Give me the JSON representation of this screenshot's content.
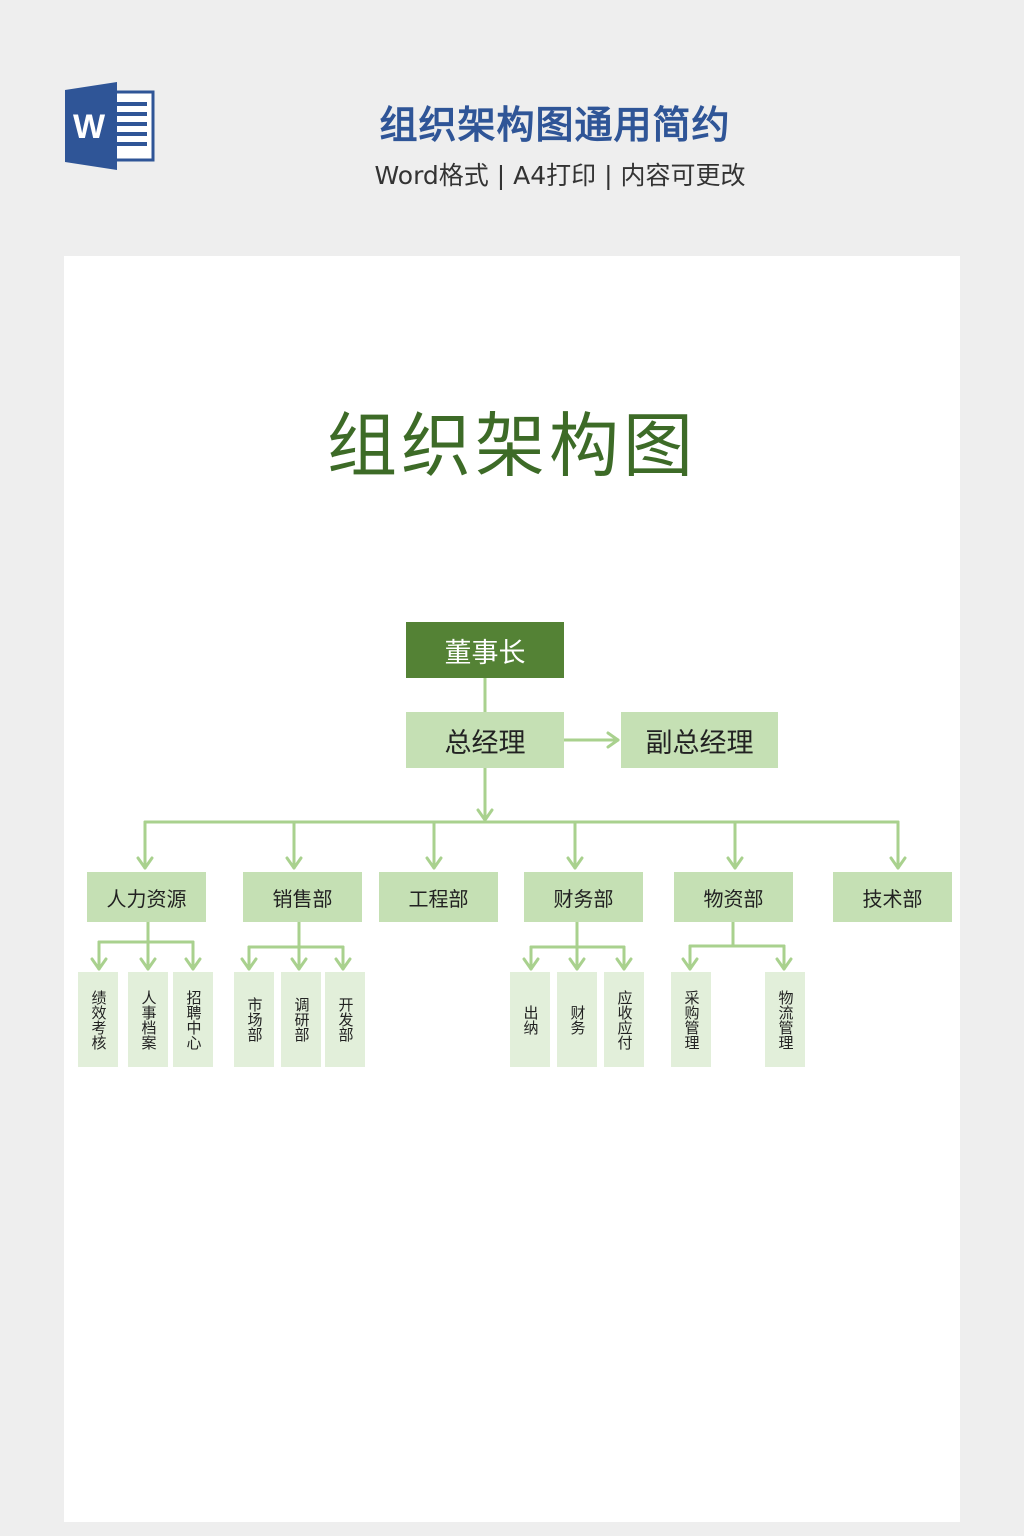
{
  "header": {
    "title": "组织架构图通用简约",
    "subtitle": "Word格式 | A4打印 | 内容可更改",
    "icon": "word-document-icon",
    "icon_letter": "W"
  },
  "document": {
    "title": "组织架构图",
    "chairman": "董事长",
    "general_manager": "总经理",
    "deputy_general_manager": "副总经理",
    "departments": [
      "人力资源",
      "销售部",
      "工程部",
      "财务部",
      "物资部",
      "技术部"
    ],
    "sub_units": {
      "hr": [
        "绩效考核",
        "人事档案",
        "招聘中心"
      ],
      "sales": [
        "市场部",
        "调研部",
        "开发部"
      ],
      "finance": [
        "出纳",
        "财务",
        "应收应付"
      ],
      "materials": [
        "采购管理",
        "物流管理"
      ]
    }
  },
  "colors": {
    "accent_blue": "#2f5597",
    "dark_green": "#548235",
    "light_green": "#c5e0b4",
    "pale_green": "#e2efda",
    "line_green": "#a9d18e"
  }
}
